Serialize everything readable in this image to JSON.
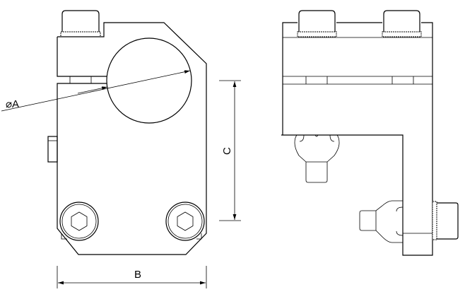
{
  "labels": {
    "diameter": "⌀A",
    "width": "B",
    "height": "C"
  }
}
